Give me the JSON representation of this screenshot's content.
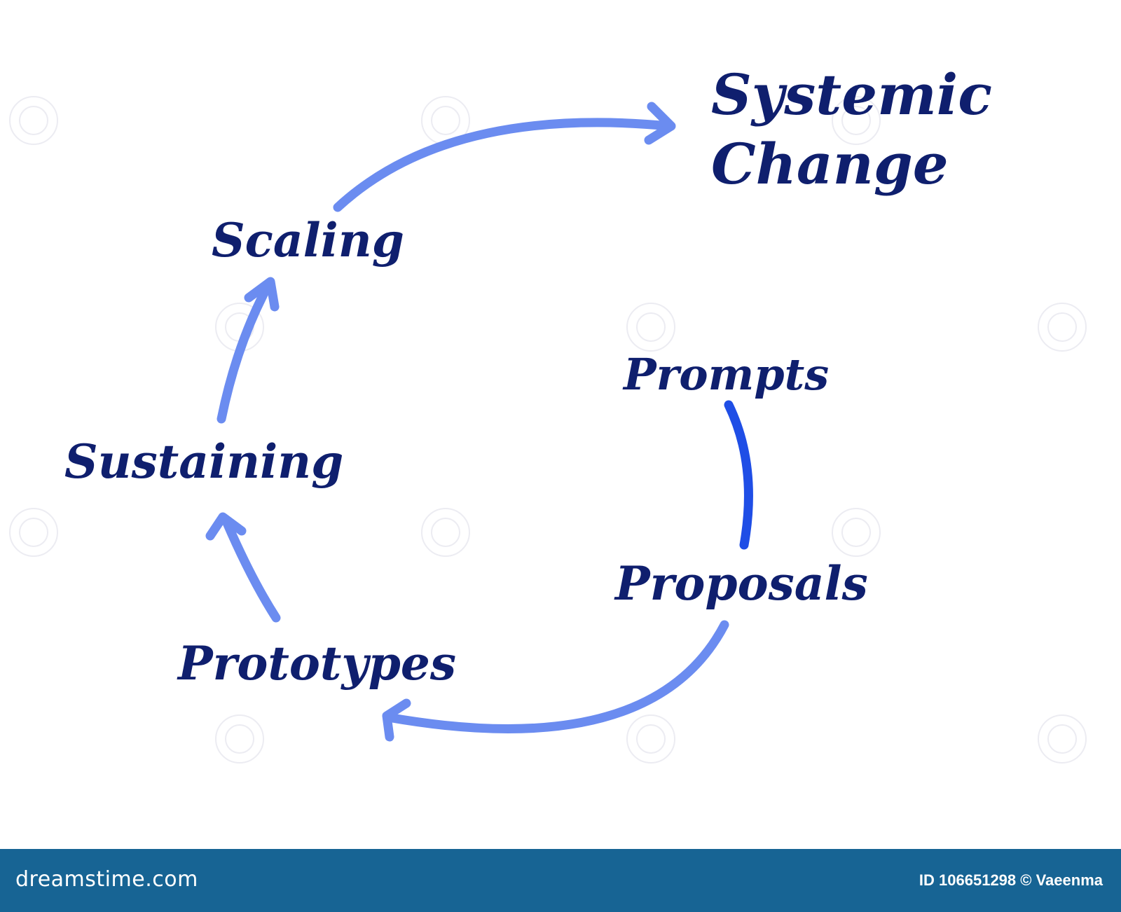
{
  "diagram": {
    "goal": {
      "line1": "Systemic",
      "line2": "Change"
    },
    "stages": [
      {
        "id": "prompts",
        "label": "Prompts"
      },
      {
        "id": "proposals",
        "label": "Proposals"
      },
      {
        "id": "prototypes",
        "label": "Prototypes"
      },
      {
        "id": "sustaining",
        "label": "Sustaining"
      },
      {
        "id": "scaling",
        "label": "Scaling"
      }
    ],
    "colors": {
      "text": "#0f1f6e",
      "arrow_light": "#6b8cf0",
      "arrow_strong": "#1f4ee6"
    }
  },
  "footer": {
    "brand": "dreamstime.com",
    "id_credit": "ID 106651298 © Vaeenma",
    "background": "#176494"
  }
}
